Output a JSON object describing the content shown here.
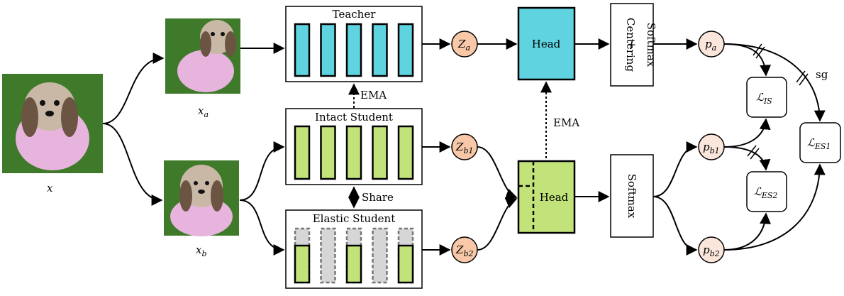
{
  "colors": {
    "teacher_bar": "#5fd3df",
    "student_bar": "#c2e37a",
    "inactive_bar": "#d6d6d6",
    "z_node": "#f8c8a8",
    "p_node": "#fbe6db",
    "grass": "#3f7a2a",
    "dog_fur": "#c9b8a6",
    "dog_coat": "#e6b4dc"
  },
  "images": {
    "x_label": "x",
    "xa_base": "x",
    "xa_sub": "a",
    "xb_base": "x",
    "xb_sub": "b"
  },
  "teacher": {
    "title": "Teacher",
    "bars": 5
  },
  "intact_student": {
    "title": "Intact Student",
    "bars": 5
  },
  "elastic_student": {
    "title": "Elastic Student",
    "bars": 5,
    "active_bars": [
      1,
      3,
      5
    ]
  },
  "links": {
    "ema_top": "EMA",
    "ema_head": "EMA",
    "share": "Share",
    "sg": "sg"
  },
  "nodes": {
    "za": {
      "base": "Z",
      "sub": "a"
    },
    "zb1": {
      "base": "Z",
      "sub": "b1"
    },
    "zb2": {
      "base": "Z",
      "sub": "b2"
    },
    "pa": {
      "base": "p",
      "sub": "a"
    },
    "pb1": {
      "base": "p",
      "sub": "b1"
    },
    "pb2": {
      "base": "p",
      "sub": "b2"
    }
  },
  "heads": {
    "teacher": "Head",
    "student": "Head"
  },
  "ops": {
    "teacher_softmax": "Softmax",
    "teacher_plus": "+",
    "teacher_centering": "Centering",
    "student_softmax": "Softmax"
  },
  "losses": {
    "is": {
      "base": "ℒ",
      "sub": "IS"
    },
    "es1": {
      "base": "ℒ",
      "sub": "ES1"
    },
    "es2": {
      "base": "ℒ",
      "sub": "ES2"
    }
  }
}
